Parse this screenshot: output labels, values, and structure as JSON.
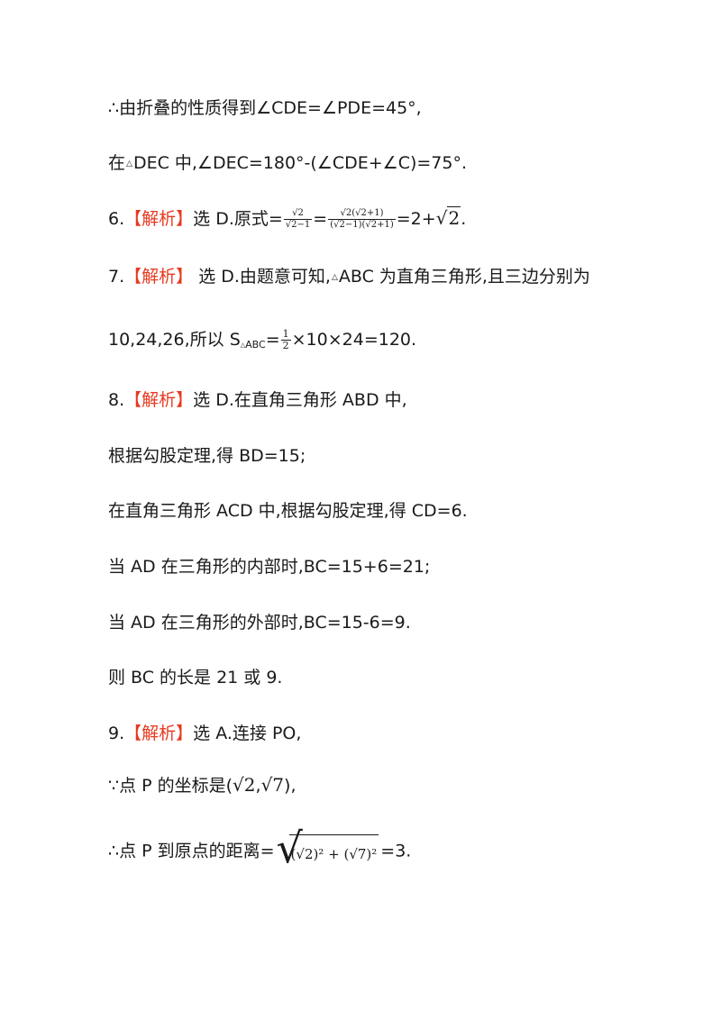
{
  "lines": {
    "l1": {
      "text": "∴由折叠的性质得到∠CDE=∠PDE=45°,"
    },
    "l2": {
      "pre": "在",
      "tri": "△",
      "text": "DEC 中,∠DEC=180°-(∠CDE+∠C)=75°."
    },
    "l3": {
      "num": "6.",
      "tag": "【解析】",
      "pre": "选 D.原式=",
      "f1_num": "√2",
      "f1_den": "√2−1",
      "eq": "=",
      "f2_num": "√2(√2+1)",
      "f2_den": "(√2−1)(√2+1)",
      "post": "=2+",
      "root": "√",
      "rad": "2",
      "end": "."
    },
    "l4": {
      "num": "7.",
      "tag": "【解析】",
      "pre": " 选 D.由题意可知,",
      "tri": "△",
      "text": "ABC 为直角三角形,且三边分别为"
    },
    "l5": {
      "pre": "10,24,26,所以 S",
      "sub_tri": "△",
      "sub": "ABC",
      "eq": "=",
      "f_num": "1",
      "f_den": "2",
      "post": "×10×24=120."
    },
    "l6": {
      "num": "8.",
      "tag": "【解析】",
      "text": "选 D.在直角三角形 ABD 中,"
    },
    "l7": {
      "text": "根据勾股定理,得 BD=15;"
    },
    "l8": {
      "text": "在直角三角形 ACD 中,根据勾股定理,得 CD=6."
    },
    "l9": {
      "text": "当 AD 在三角形的内部时,BC=15+6=21;"
    },
    "l10": {
      "text": "当 AD 在三角形的外部时,BC=15-6=9."
    },
    "l11": {
      "text": "则 BC 的长是 21 或 9."
    },
    "l12": {
      "num": "9.",
      "tag": "【解析】",
      "text": "选 A.连接 PO,"
    },
    "l13": {
      "pre": "∵点 P 的坐标是(",
      "r1": "√2",
      "comma": ",",
      "r2": "√7",
      "post": "),"
    },
    "l14": {
      "pre": "∴点 P 到原点的距离=",
      "root": "√",
      "expr": "(√2)² + (√7)²",
      "post": "=3."
    }
  }
}
